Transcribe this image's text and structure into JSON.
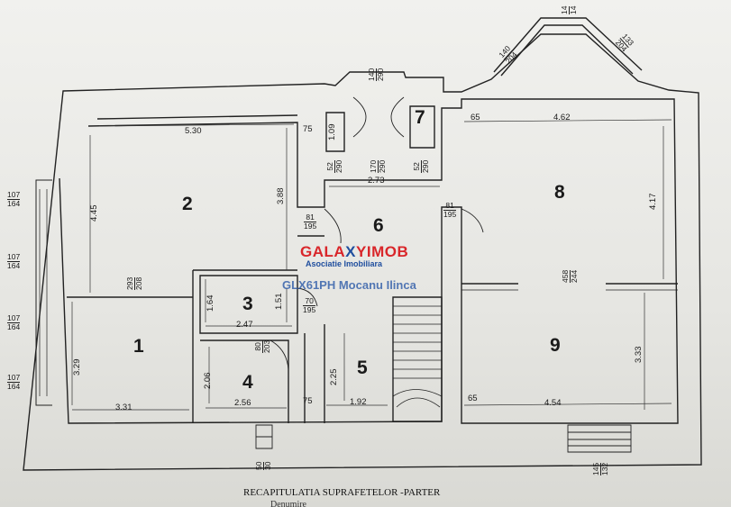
{
  "plan": {
    "rooms": [
      "1",
      "2",
      "3",
      "4",
      "5",
      "6",
      "7",
      "8",
      "9"
    ],
    "dims": {
      "d530": "5.30",
      "d75a": "75",
      "d109": "1.09",
      "d445": "4.45",
      "d388": "3.88",
      "d273": "2.73",
      "d65a": "65",
      "d462": "4.62",
      "d417": "4.17",
      "d164": "1.64",
      "d247": "2.47",
      "d151": "1.51",
      "d329": "3.29",
      "d331": "3.31",
      "d206": "2.06",
      "d256": "2.56",
      "d75b": "75",
      "d225": "2.25",
      "d192": "1.92",
      "d65b": "65",
      "d454": "4.54",
      "d333": "3.33"
    },
    "fractions": {
      "f140_290": [
        "140",
        "290"
      ],
      "f52_290a": [
        "52",
        "290"
      ],
      "f170_290": [
        "170",
        "290"
      ],
      "f52_290b": [
        "52",
        "290"
      ],
      "f81_195a": [
        "81",
        "195"
      ],
      "f81_195b": [
        "81",
        "195"
      ],
      "f293_208": [
        "293",
        "208"
      ],
      "f70_195": [
        "70",
        "195"
      ],
      "f80_203": [
        "80",
        "203"
      ],
      "f458_244": [
        "458",
        "244"
      ],
      "f140_204": [
        "140",
        "204"
      ],
      "f133_204": [
        "133",
        "204"
      ],
      "f14_14": [
        "14",
        "14"
      ],
      "f107_164a": [
        "107",
        "164"
      ],
      "f107_164b": [
        "107",
        "164"
      ],
      "f107_164c": [
        "107",
        "164"
      ],
      "f107_164d": [
        "107",
        "164"
      ],
      "f50_30": [
        "50",
        "30"
      ],
      "f145_132": [
        "145",
        "132"
      ]
    }
  },
  "watermark": {
    "brand_red": "GALA",
    "brand_x": "X",
    "brand_blue": "YIMOB",
    "subtitle": "Asociatie Imobiliara",
    "code": "GLX61PH Mocanu Ilinca"
  },
  "footer": {
    "title": "RECAPITULATIA SUPRAFETELOR -PARTER",
    "col": "Denumire"
  },
  "colors": {
    "ink": "#1a1a1a",
    "brand_red": "#d9262a",
    "brand_blue": "#1f4e9e"
  }
}
